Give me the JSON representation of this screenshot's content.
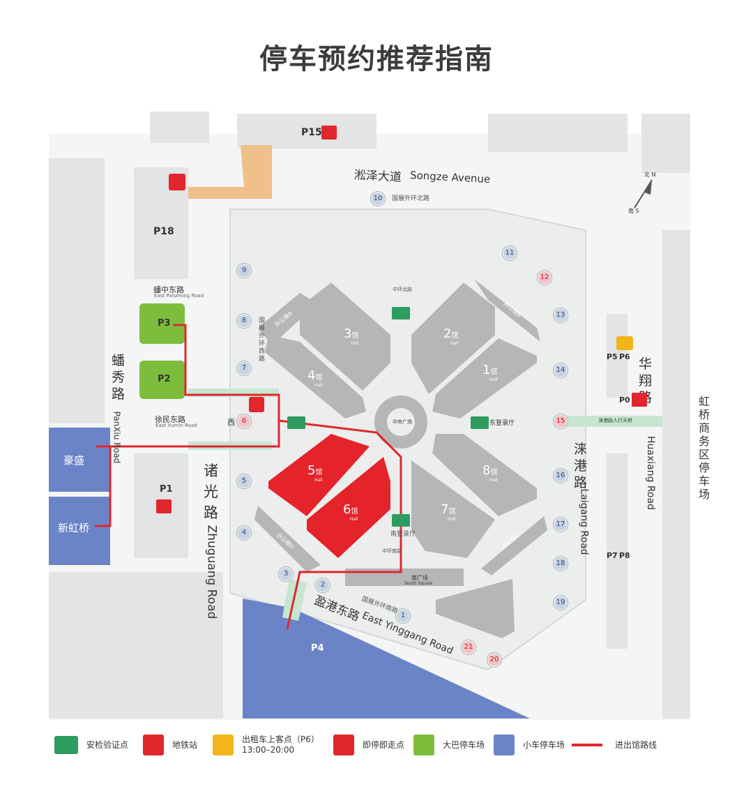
{
  "title": "停车预约推荐指南",
  "colors": {
    "road": "#f6f7f7",
    "block": "#e2e4e5",
    "hall": "#b5b6b8",
    "hall_highlight": "#e5232b",
    "bus_parking": "#7dbd3c",
    "car_parking": "#6b84c7",
    "route": "#e1262d",
    "metro_orange": "#f0c08a",
    "security": "#2e9b5f",
    "taxi": "#f2b51c"
  },
  "roads": {
    "songze": "淞泽大道",
    "songze_en": "Songze Avenue",
    "panxiu": "蟠秀路",
    "panxiu_en": "PanXiu Road",
    "zhuguang": "诸光路",
    "zhuguang_en": "Zhuguang Road",
    "laigang": "涞港路",
    "laigang_en": "Laigang Road",
    "huaxiang": "华翔路",
    "huaxiang_en": "Huaxiang Road",
    "yinggang": "盈港东路",
    "yinggang_en": "East Yinggang Road",
    "panzhong": "蟠中东路",
    "panzhong_en": "East Panzhong Road",
    "xumin": "徐民东路",
    "xumin_en": "East Xumin Road",
    "outer_north": "国展外环北路",
    "outer_south": "国展外环南路",
    "outer_west": "国展外环西路",
    "mid_north": "中环北路",
    "mid_south": "中环南路",
    "central_square": "中央广场",
    "south_square": "南广场",
    "south_square_en": "South Square"
  },
  "compass": {
    "north": "北 N",
    "south": "南 S"
  },
  "parking": {
    "p15": "P15",
    "p18": "P18",
    "p3": "P3",
    "p2": "P2",
    "p1": "P1",
    "p4": "P4",
    "p5": "P5",
    "p6": "P6",
    "p0": "P0",
    "p7": "P7",
    "p8": "P8",
    "haosheng": "豪盛",
    "xinhongqiao": "新虹桥",
    "hongqiao_cbd": "虹桥商务区停车场"
  },
  "halls": [
    {
      "num": "1",
      "unit": "馆",
      "en": "Hall"
    },
    {
      "num": "2",
      "unit": "馆",
      "en": "Hall"
    },
    {
      "num": "3",
      "unit": "馆",
      "en": "Hall"
    },
    {
      "num": "4",
      "unit": "馆",
      "en": "Hall"
    },
    {
      "num": "5",
      "unit": "馆",
      "en": "Hall"
    },
    {
      "num": "6",
      "unit": "馆",
      "en": "Hall"
    },
    {
      "num": "7",
      "unit": "馆",
      "en": "Hall"
    },
    {
      "num": "8",
      "unit": "馆",
      "en": "Hall"
    }
  ],
  "lobbies": {
    "west": "西登录厅",
    "east": "东登录厅",
    "south": "南登录厅",
    "west_short": "西"
  },
  "offices": {
    "a": "办公楼A",
    "b": "办公楼B",
    "c": "办公楼C",
    "d": "办公楼D"
  },
  "gates": [
    "1",
    "2",
    "3",
    "4",
    "5",
    "6",
    "7",
    "8",
    "9",
    "10",
    "11",
    "12",
    "13",
    "14",
    "15",
    "16",
    "17",
    "18",
    "19",
    "20",
    "21"
  ],
  "bridge": "涞港路人行天桥",
  "legend": {
    "security": "安检验证点",
    "metro": "地铁站",
    "taxi": "出租车上客点（P6）",
    "taxi_time": "13:00–20:00",
    "dropoff": "即停即走点",
    "bus": "大巴停车场",
    "car": "小车停车场",
    "route": "进出馆路线"
  }
}
